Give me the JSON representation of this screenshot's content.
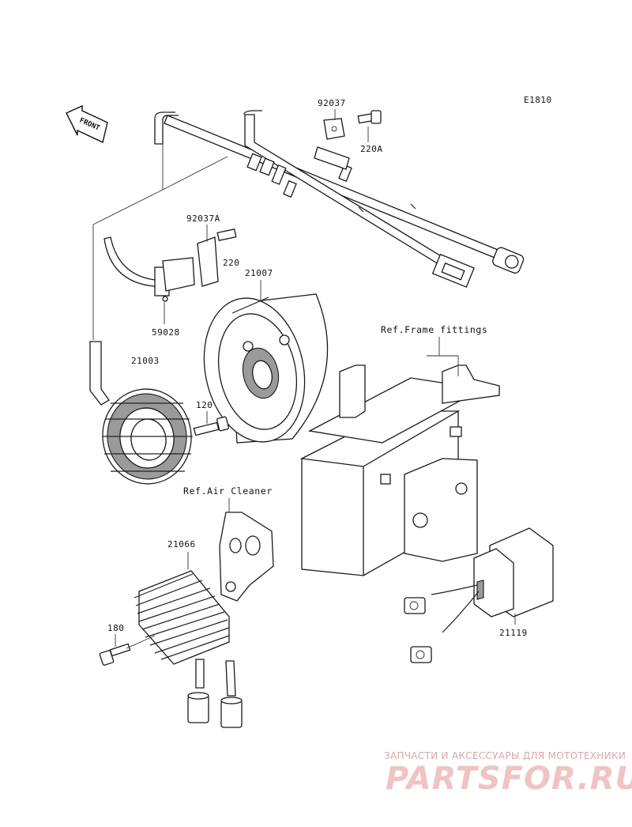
{
  "diagram_code": "E1810",
  "front_label": "FRONT",
  "parts": {
    "p92037": "92037",
    "p220A": "220A",
    "p92037A": "92037A",
    "p220": "220",
    "p21007": "21007",
    "p59028": "59028",
    "p21003": "21003",
    "p120": "120",
    "p21066": "21066",
    "p180": "180",
    "p21119": "21119"
  },
  "refs": {
    "frame": "Ref.Frame fittings",
    "air_cleaner": "Ref.Air Cleaner"
  },
  "watermark": {
    "subtitle": "ЗАПЧАСТИ И АКСЕССУАРЫ ДЛЯ МОТОТЕХНИКИ",
    "brand": "PARTSFOR.RU"
  },
  "colors": {
    "line": "#222222",
    "watermark_text": "#f0c4c4"
  }
}
